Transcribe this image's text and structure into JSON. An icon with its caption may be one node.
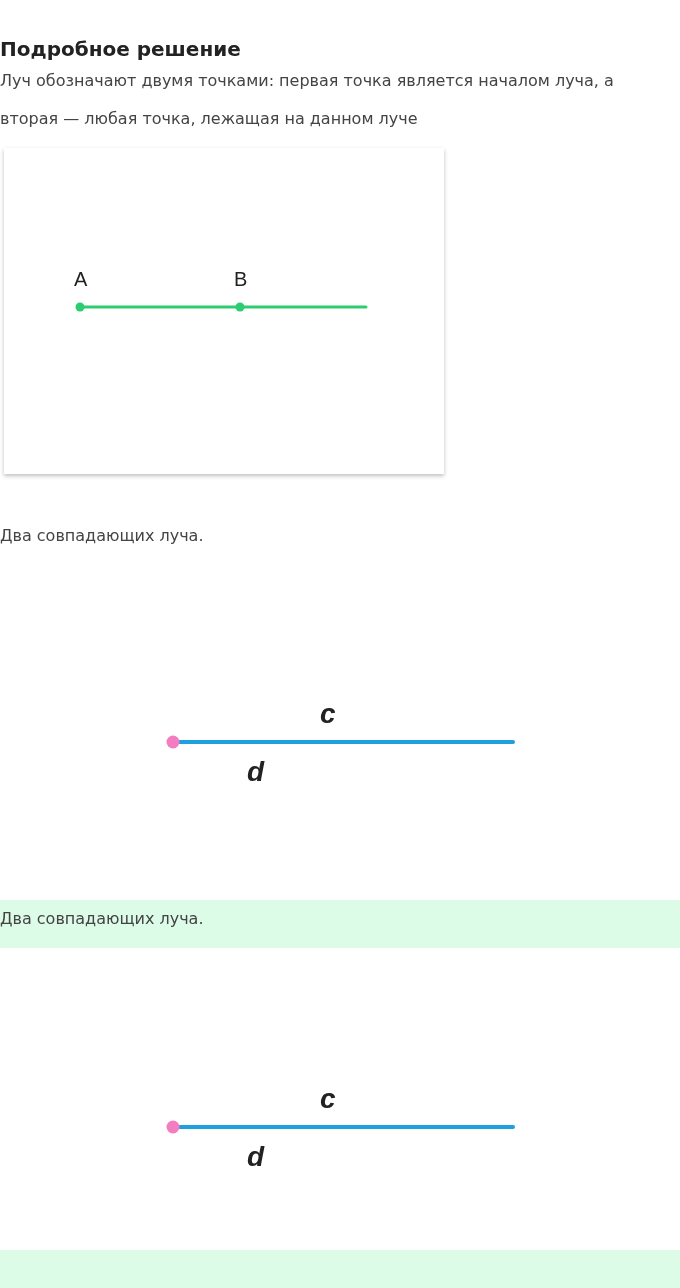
{
  "diagram": {
    "title": "Подробное решение",
    "labels": [
      "Луч обозначают двумя точками: первая точка является началом луча, а вторая — любая точка, лежащая на данном луче",
      "A",
      "B",
      "Два совпадающих луча.",
      "c",
      "d",
      "Два совпадающих луча.",
      "c",
      "d"
    ]
  }
}
